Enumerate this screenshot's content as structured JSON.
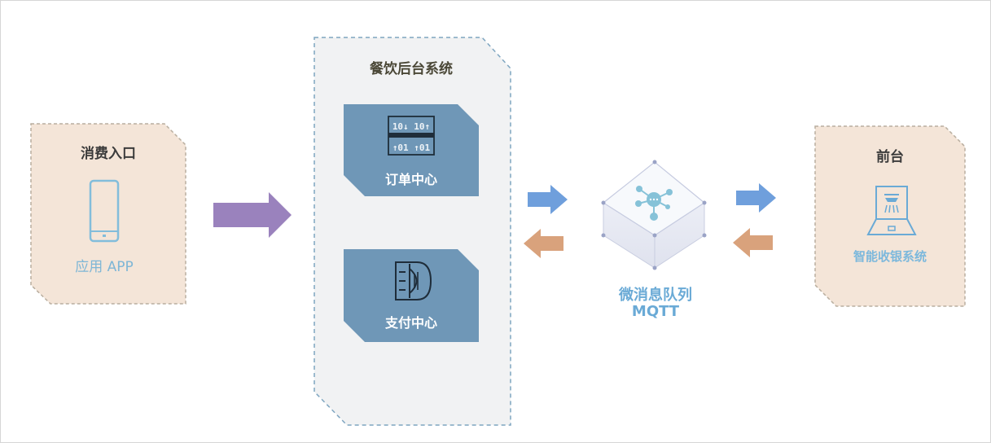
{
  "consumer_entry": {
    "title": "消费入口",
    "app_label": "应用 APP"
  },
  "backend": {
    "title": "餐饮后台系统",
    "order_center": "订单中心",
    "payment_center": "支付中心"
  },
  "queue": {
    "line1": "微消息队列",
    "line2": "MQTT"
  },
  "front_desk": {
    "title": "前台",
    "pos_label": "智能收银系统"
  },
  "icons": [
    "phone-icon",
    "binary-data-icon",
    "vault-icon",
    "hub-icon",
    "cash-register-icon"
  ],
  "colors": {
    "beige_box": "#f4e5d8",
    "beige_border": "#b9ae9f",
    "gray_box": "#f1f2f3",
    "gray_border": "#7ea5c0",
    "service_card": "#6f97b7",
    "purple_arrow": "#9a82bd",
    "blue_arrow": "#6f9fdc",
    "orange_arrow": "#d9a27c",
    "mqtt_text": "#6aaad6"
  }
}
